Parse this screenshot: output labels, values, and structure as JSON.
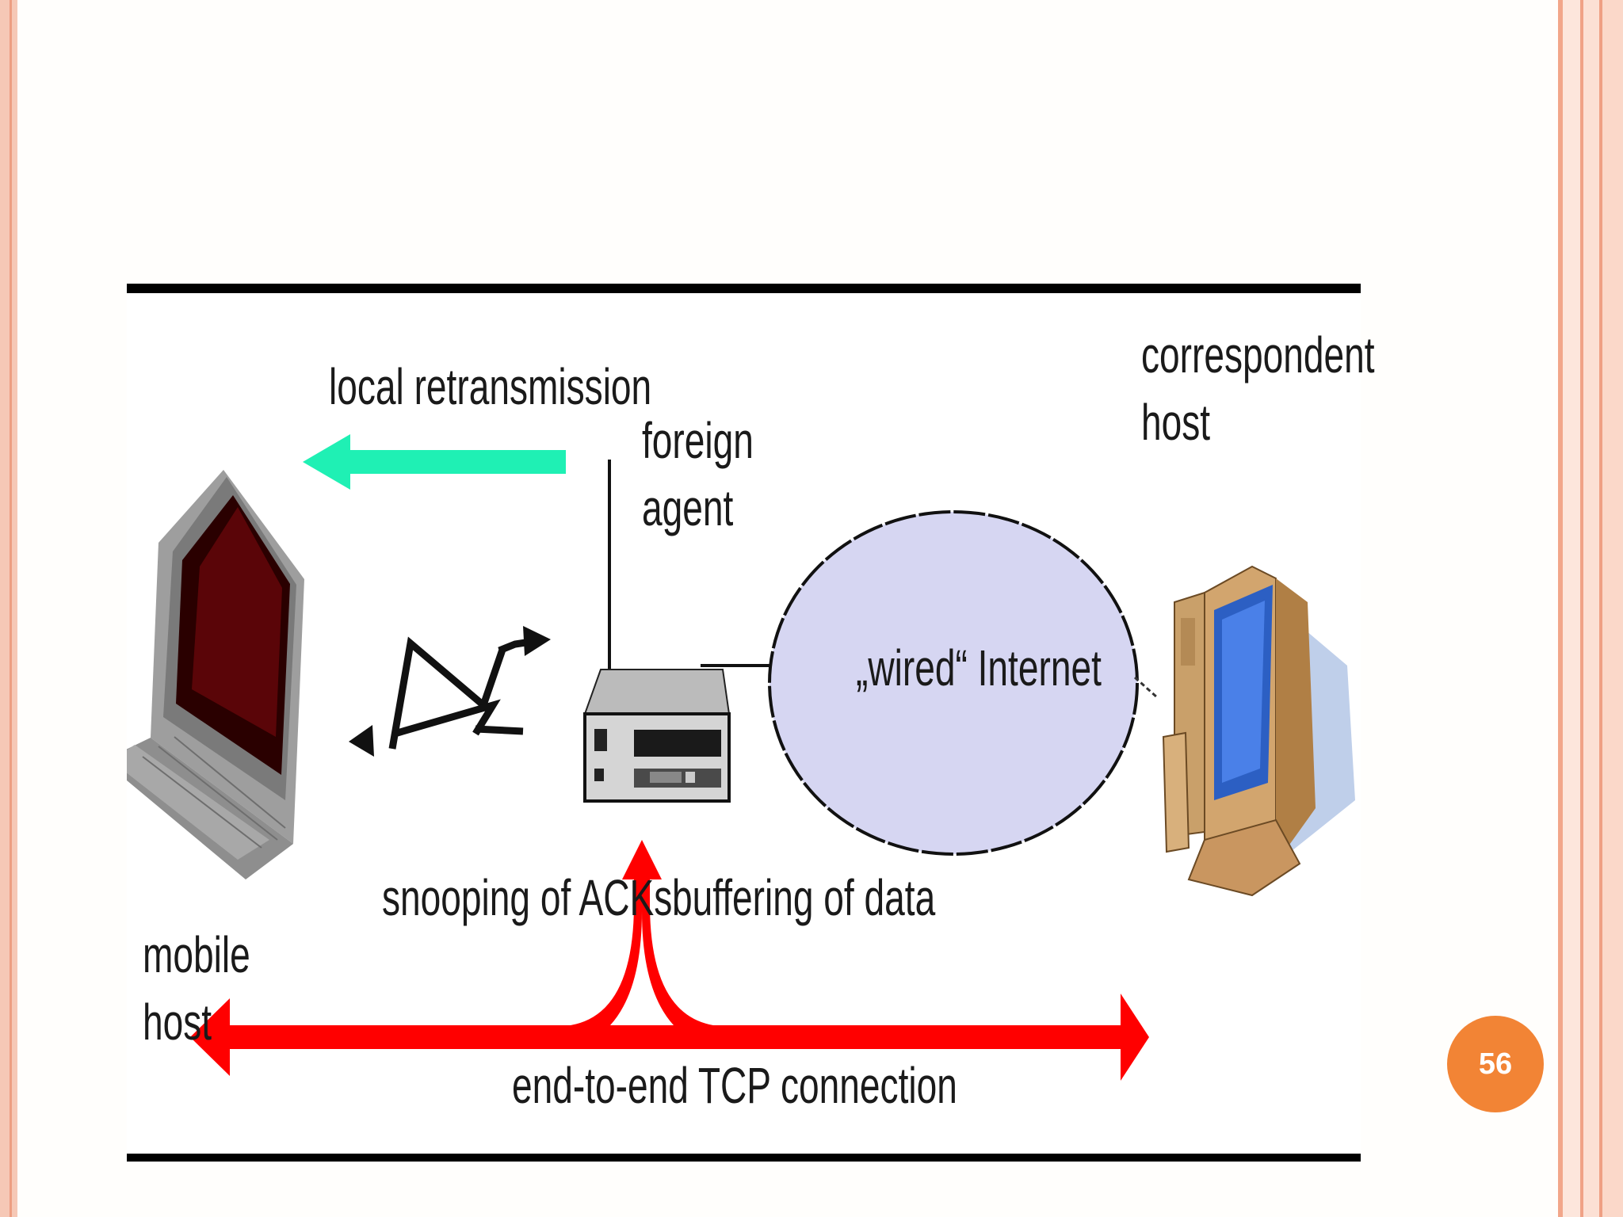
{
  "slide": {
    "page_number": "56",
    "accent_color": "#f28435"
  },
  "diagram": {
    "labels": {
      "local_retransmission": "local retransmission",
      "foreign_agent_line1": "foreign",
      "foreign_agent_line2": "agent",
      "correspondent_line1": "correspondent",
      "correspondent_line2": "host",
      "wired_internet": "„wired“ Internet",
      "snooping": "snooping of ACKs",
      "buffering": "buffering of data",
      "mobile_line1": "mobile",
      "mobile_line2": "host",
      "end_to_end": "end-to-end TCP connection"
    },
    "colors": {
      "retransmission_arrow": "#1ff0b4",
      "tcp_arrow": "#ff0000",
      "internet_cloud": "#d6d6f2"
    },
    "icons": [
      "laptop-icon",
      "wireless-link-icon",
      "router-icon",
      "desktop-computer-icon"
    ]
  }
}
